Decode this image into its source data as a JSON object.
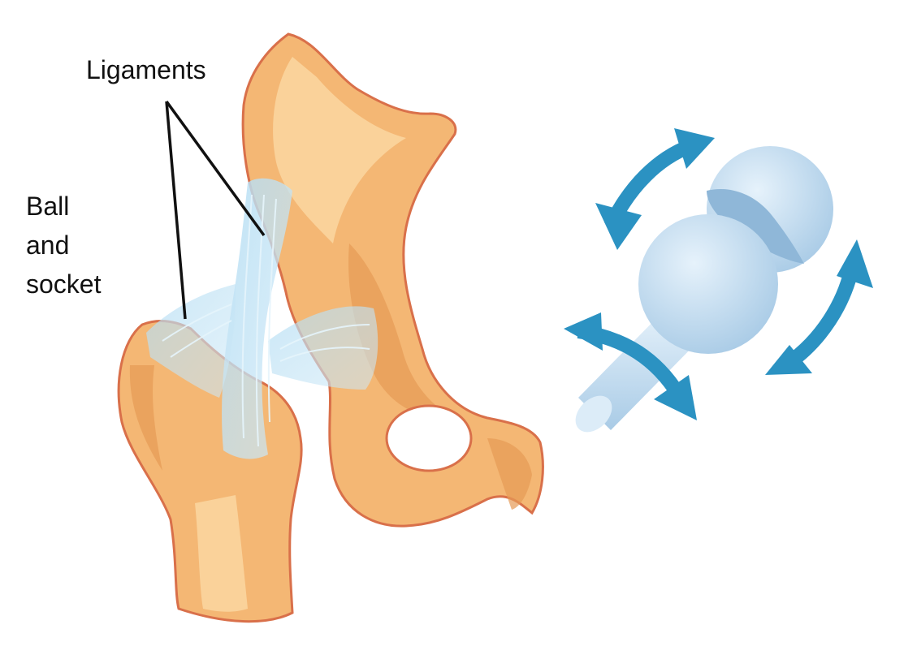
{
  "labels": {
    "ligaments": "Ligaments",
    "ball_socket": [
      "Ball",
      "and",
      "socket"
    ]
  },
  "colors": {
    "bone_fill": "#f4b774",
    "bone_light": "#fbd8a4",
    "bone_shadow": "#e59a55",
    "bone_outline": "#d9704a",
    "ligament": "#b9dff2",
    "ligament_stroke": "#dff1fa",
    "joint_model": "#c9e1f2",
    "joint_model_shadow": "#9ec4e0",
    "arrow": "#2b92c2",
    "text": "#111111"
  },
  "icons": [
    "hip-bone-illustration",
    "femur-illustration",
    "ball-and-socket-model",
    "rotation-arrow-icon"
  ]
}
